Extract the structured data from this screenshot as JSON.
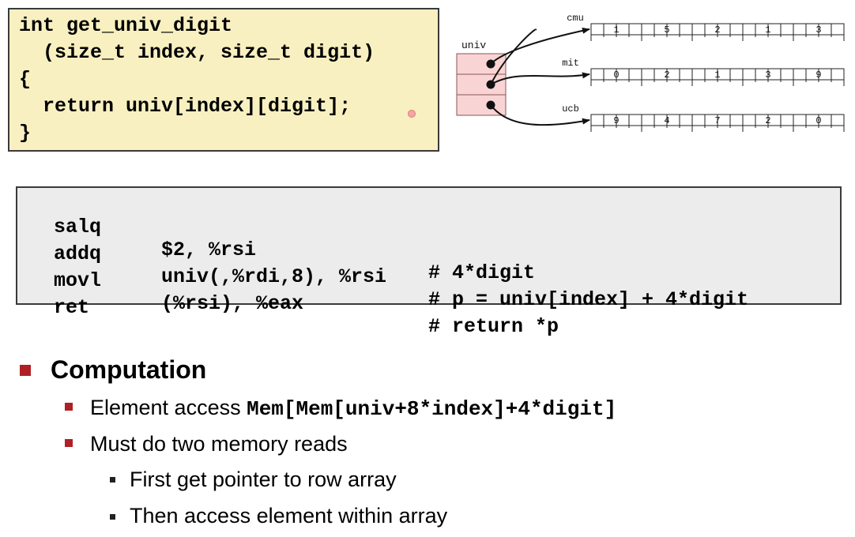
{
  "c_code": {
    "lines": [
      "int get_univ_digit",
      "  (size_t index, size_t digit)",
      "{",
      "  return univ[index][digit];",
      "}"
    ]
  },
  "diagram": {
    "univ_label": "univ",
    "rows": [
      {
        "name": "cmu",
        "values": [
          "1",
          "5",
          "2",
          "1",
          "3"
        ]
      },
      {
        "name": "mit",
        "values": [
          "0",
          "2",
          "1",
          "3",
          "9"
        ]
      },
      {
        "name": "ucb",
        "values": [
          "9",
          "4",
          "7",
          "2",
          "0"
        ]
      }
    ],
    "colors": {
      "pointer_box": "#f9d4d4",
      "pointer_border": "#8a5555",
      "code_bg": "#f8f0c0",
      "asm_bg": "#ececec"
    }
  },
  "assembly": [
    {
      "op": "salq",
      "args": "$2, %rsi",
      "comment": "# 4*digit"
    },
    {
      "op": "addq",
      "args": "univ(,%rdi,8), %rsi",
      "comment": "# p = univ[index] + 4*digit"
    },
    {
      "op": "movl",
      "args": "(%rsi), %eax",
      "comment": "# return *p"
    },
    {
      "op": "ret",
      "args": "",
      "comment": ""
    }
  ],
  "bullets": {
    "heading": "Computation",
    "element_access_prefix": "Element access ",
    "element_access_code": "Mem[Mem[univ+8*index]+4*digit]",
    "two_reads": "Must do two memory reads",
    "sub1": "First get pointer to row array",
    "sub2": "Then access element within array",
    "accent_color": "#b01f24"
  }
}
